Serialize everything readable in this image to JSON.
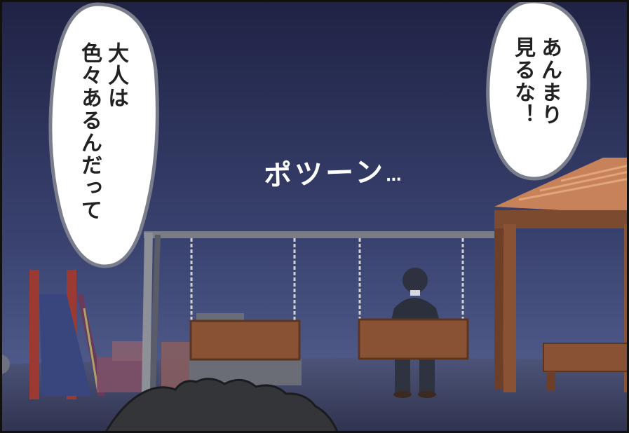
{
  "bubbles": {
    "left": {
      "line1": "大人は",
      "line2": "色々あるんだって"
    },
    "right": {
      "line1": "あんまり",
      "line2": "見るな！"
    }
  },
  "sfx": {
    "main": "ポツーン",
    "trail": "…"
  },
  "colors": {
    "sky_top": "#23264a",
    "sky_bottom": "#4a568a",
    "ground": "#3a3f5e",
    "wood": "#8a5234",
    "roof": "#c8825a"
  }
}
